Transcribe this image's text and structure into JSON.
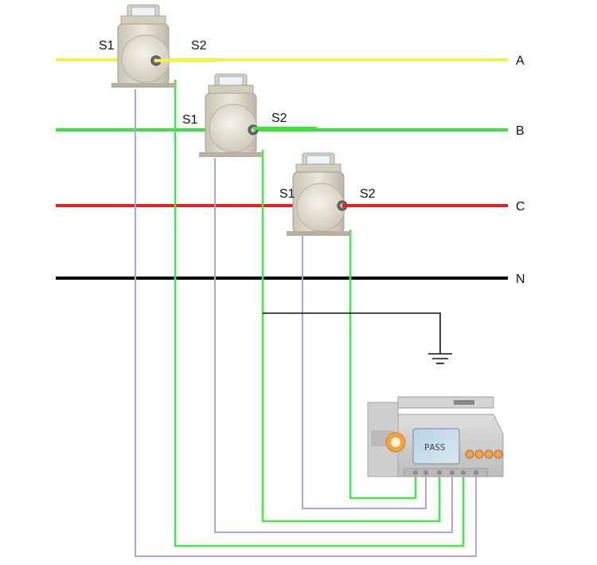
{
  "phases": [
    {
      "label": "A",
      "color": "#f5f04a"
    },
    {
      "label": "B",
      "color": "#3ee23e"
    },
    {
      "label": "C",
      "color": "#e82020"
    },
    {
      "label": "N",
      "color": "#000000"
    }
  ],
  "ct_terminals": {
    "s1": "S1",
    "s2": "S2"
  },
  "meter": {
    "display_text": "PASS"
  },
  "wire_colors": {
    "s1_wire": "#a7a7ee",
    "s2_wire": "#49e849",
    "ground_wire": "#111111"
  }
}
